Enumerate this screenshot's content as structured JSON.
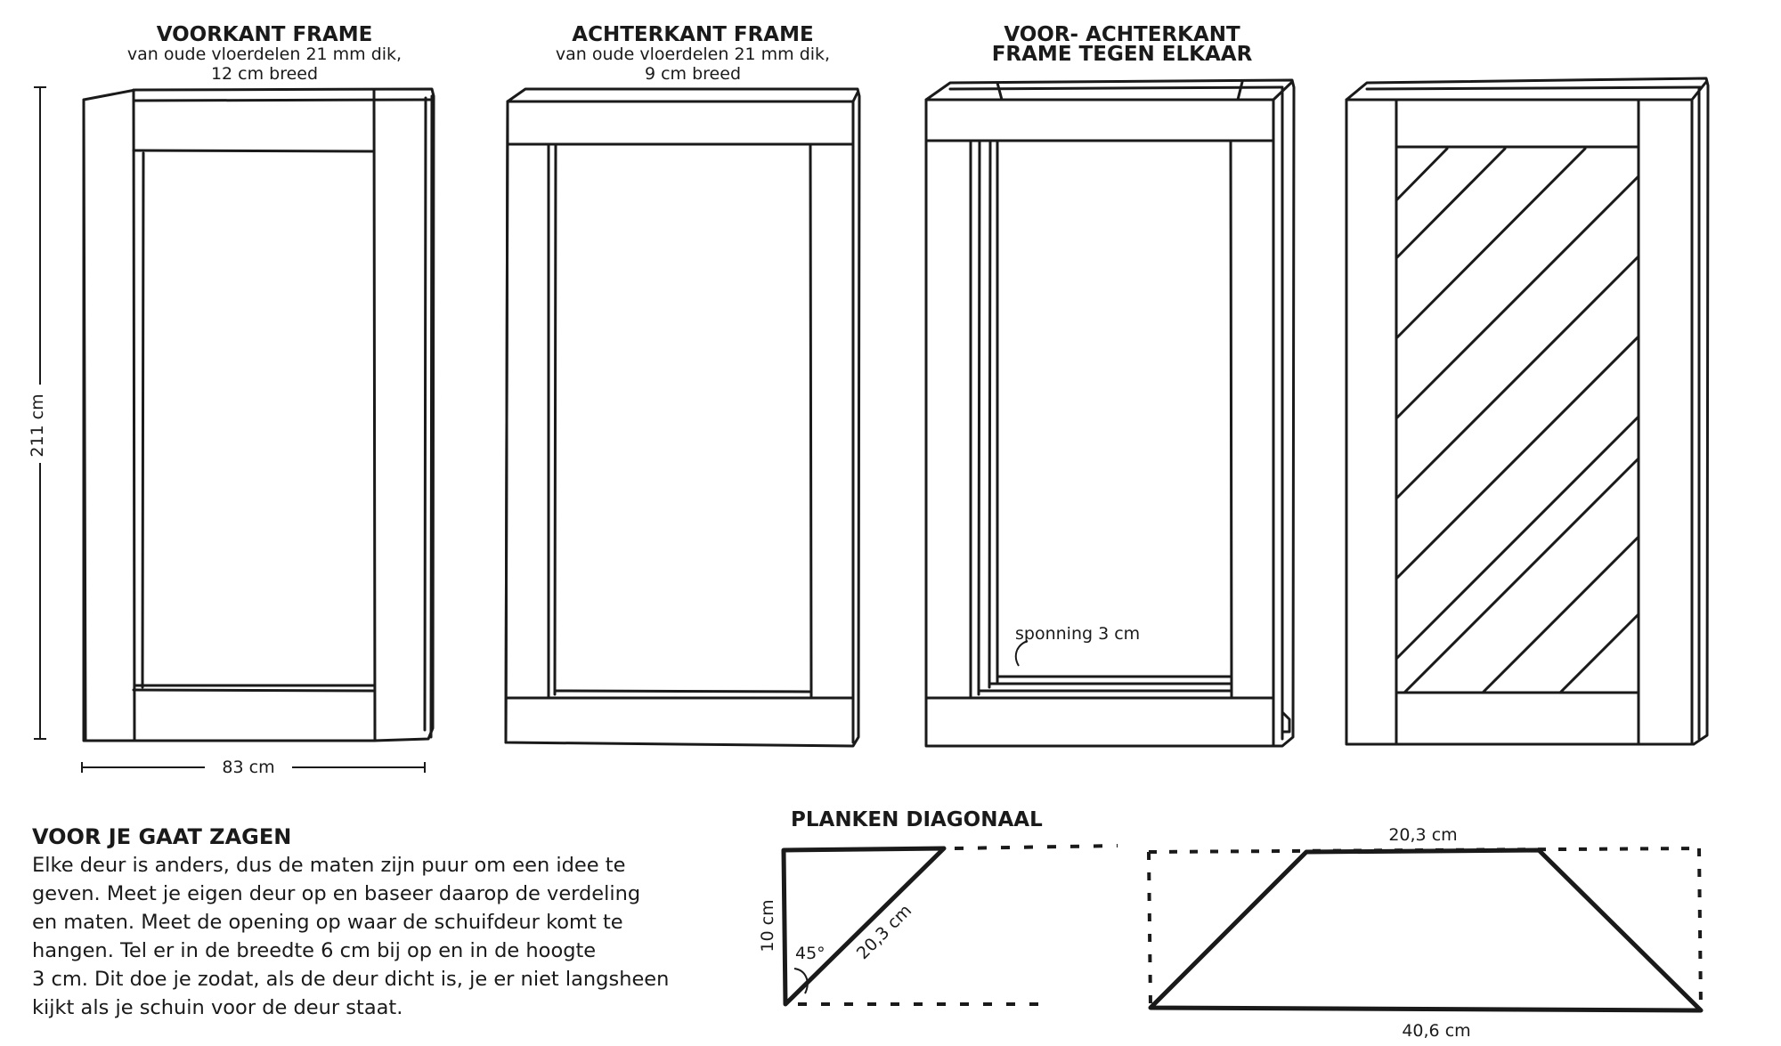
{
  "frames": [
    {
      "title": "VOORKANT FRAME",
      "subtitle": [
        "van oude vloerdelen 21 mm dik,",
        "12 cm breed"
      ]
    },
    {
      "title": "ACHTERKANT FRAME",
      "subtitle": [
        "van oude vloerdelen 21 mm dik,",
        "9 cm breed"
      ]
    },
    {
      "title": [
        "VOOR- ACHTERKANT",
        "FRAME TEGEN ELKAAR"
      ]
    }
  ],
  "dimensions": {
    "height": "211 cm",
    "width": "83 cm",
    "rebate": "sponning 3 cm"
  },
  "intro": {
    "title": "VOOR JE GAAT ZAGEN",
    "lines": [
      "Elke deur is anders, dus de maten zijn puur om een idee te",
      "geven. Meet je eigen deur op en baseer daarop de verdeling",
      "en maten. Meet de opening op waar de schuifdeur komt te",
      "hangen. Tel er in de breedte 6 cm bij op en in de hoogte",
      "3 cm. Dit doe je zodat, als de deur dicht is, je er niet langsheen",
      "kijkt als je schuin voor de deur staat."
    ]
  },
  "planks": {
    "title": "PLANKEN DIAGONAAL",
    "triangle": {
      "leg": "10 cm",
      "hypotenuse": "20,3 cm",
      "angle": "45°"
    },
    "trapezoid": {
      "top": "20,3 cm",
      "bottom": "40,6 cm"
    }
  }
}
